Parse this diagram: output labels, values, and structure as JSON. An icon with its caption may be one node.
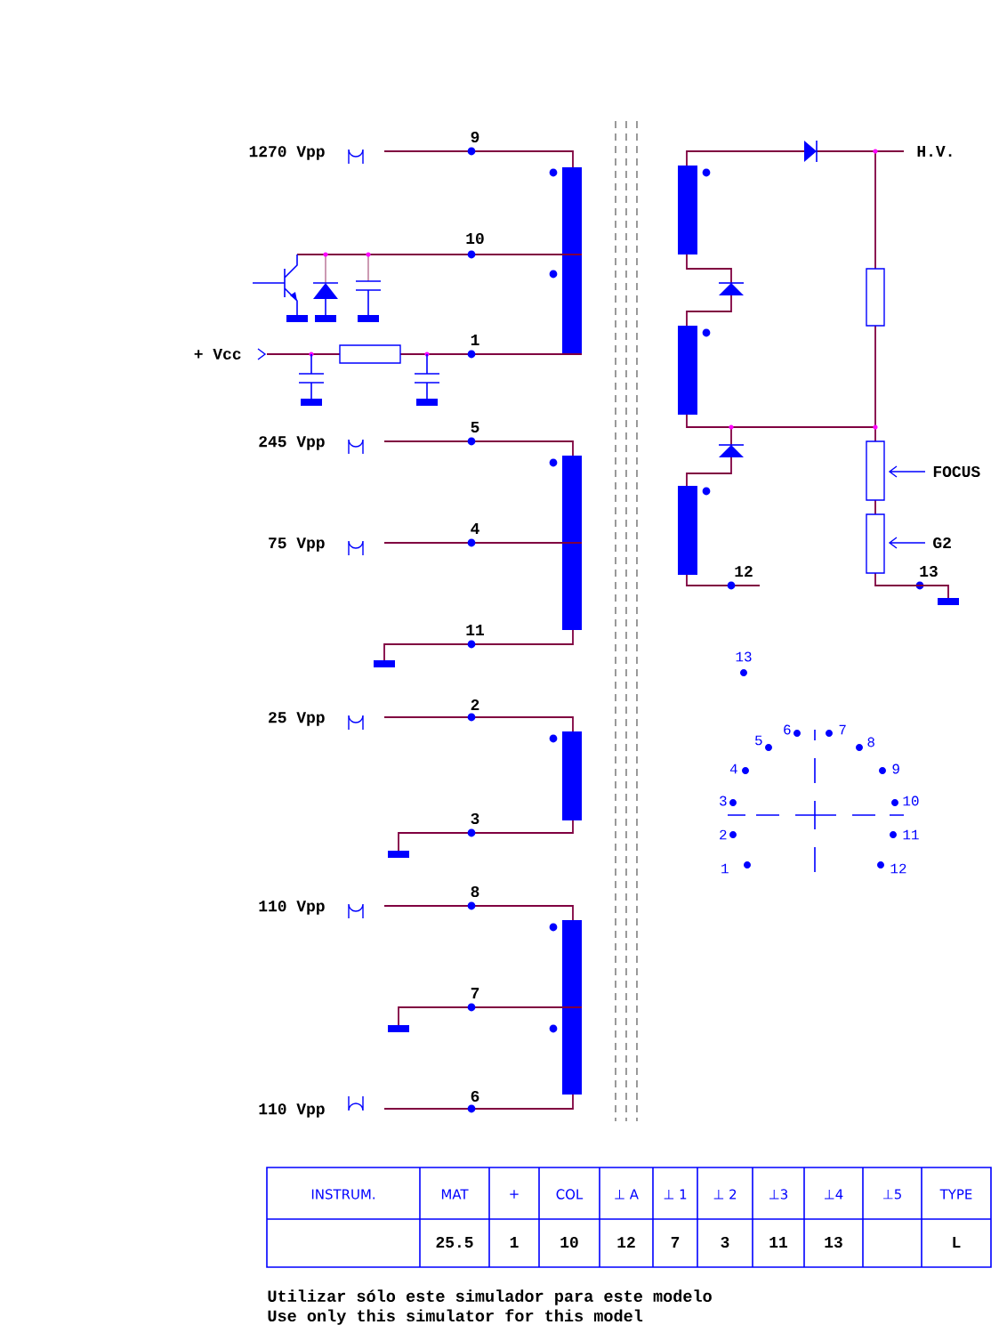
{
  "diagram": {
    "labels": [
      "1270 Vpp",
      "9",
      "10",
      "+ Vcc",
      "1",
      "245 Vpp",
      "5",
      "75 Vpp",
      "4",
      "11",
      "25 Vpp",
      "2",
      "3",
      "110 Vpp",
      "8",
      "7",
      "110 Vpp",
      "6",
      "H.V.",
      "FOCUS",
      "G2",
      "12",
      "13",
      "13",
      "1",
      "2",
      "3",
      "4",
      "5",
      "6",
      "7",
      "8",
      "9",
      "10",
      "11",
      "12",
      "INSTRUM.",
      "MAT",
      "+",
      "COL",
      "⊥ A",
      "⊥ 1",
      "⊥ 2",
      "⊥3",
      "⊥4",
      "⊥5",
      "TYPE",
      "25.5",
      "1",
      "10",
      "12",
      "7",
      "3",
      "11",
      "13",
      "L",
      "Utilizar sólo este simulador para este modelo",
      "Use only this simulator for this model"
    ]
  }
}
